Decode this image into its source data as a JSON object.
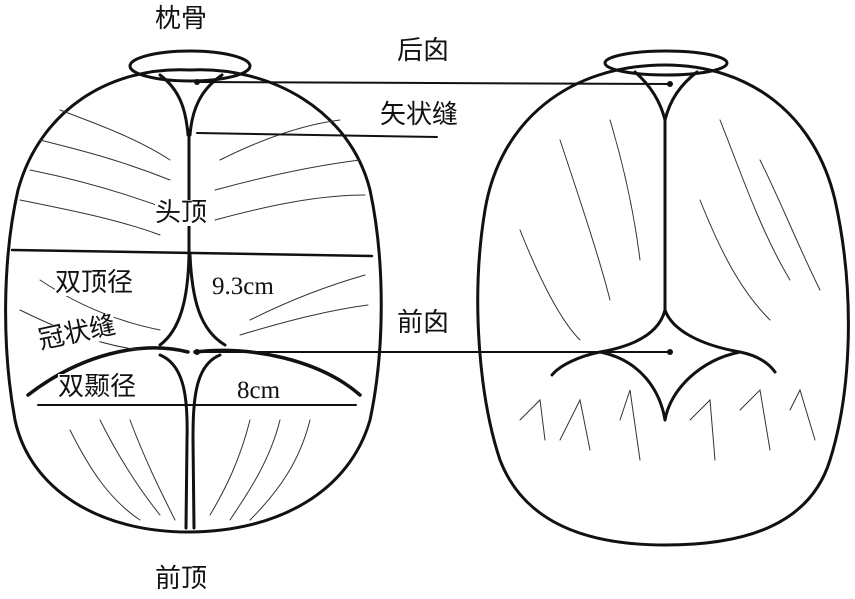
{
  "labels": {
    "occipital_bone": "枕骨",
    "posterior_fontanelle": "后囟",
    "sagittal_suture": "矢状缝",
    "vertex": "头顶",
    "biparietal_diameter": "双顶径",
    "biparietal_value": "9.3cm",
    "coronal_suture": "冠状缝",
    "anterior_fontanelle": "前囟",
    "bitemporal_diameter": "双颞径",
    "bitemporal_value": "8cm",
    "sinciput": "前顶"
  }
}
